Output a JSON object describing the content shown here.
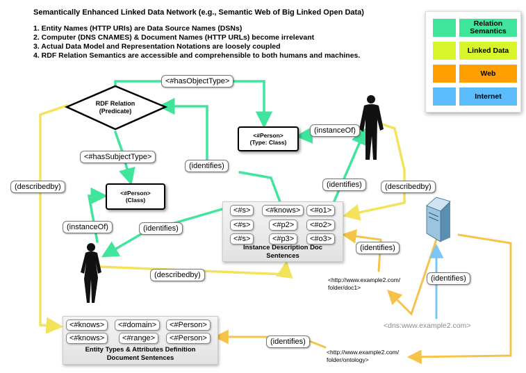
{
  "header": {
    "title": "Semantically Enhanced Linked Data Network (e.g., Semantic Web of Big Linked Open Data)",
    "points": [
      "1. Entity Names (HTTP URIs) are Data Source Names (DSNs)",
      "2. Computer (DNS CNAMES) & Document Names (HTTP URLs) become irrelevant",
      "3. Actual Data Model and Representation Notations are loosely coupled",
      "4. RDF Relation Semantics are accessible and comprehensible to both humans and machines."
    ]
  },
  "legend": [
    {
      "label": "Relation Semantics",
      "color": "#40e59c"
    },
    {
      "label": "Linked Data",
      "color": "#d8f52b"
    },
    {
      "label": "Web",
      "color": "#ff9f00"
    },
    {
      "label": "Internet",
      "color": "#5bbcfb"
    }
  ],
  "colors": {
    "relation": "#40e59c",
    "linked": "#f3e35a",
    "web": "#f6c34a",
    "internet": "#7cc6f5"
  },
  "diamond": {
    "line1": "RDF Relation",
    "line2": "(Predicate)"
  },
  "person_type": {
    "line1": "<#Person>",
    "line2": "(Type: Class)"
  },
  "person_class": {
    "line1": "<#Person>",
    "line2": "(Class)"
  },
  "labels": {
    "has_object_type": "<#hasObjectType>",
    "has_subject_type": "<#hasSubjectType>",
    "instance_of_top": "(instanceOf)",
    "instance_of_left": "(instanceOf)",
    "identifies_top": "(identifies)",
    "identifies_left": "(identifies)",
    "identifies_mid": "(identifies)",
    "identifies_doc1": "(identifies)",
    "identifies_server": "(identifies)",
    "identifies_bottom": "(identifies)",
    "describedby_left": "(describedby)",
    "describedby_right": "(describedby)",
    "describedby_bottom": "(describedby)"
  },
  "instance_doc": {
    "cells": [
      "<#s>",
      "<#knows>",
      "<#o1>",
      "<#s>",
      "<#p2>",
      "<#o2>",
      "<#s>",
      "<#p3>",
      "<#o3>"
    ],
    "title_line1": "Instance Description Doc",
    "title_line2": "Sentences"
  },
  "types_doc": {
    "cells": [
      "<#knows>",
      "<#domain>",
      "<#Person>",
      "<#knows>",
      "<#range>",
      "<#Person>"
    ],
    "title_line1": "Entity Types & Attributes Definition",
    "title_line2": "Document Sentences"
  },
  "urls": {
    "doc1_line1": "<http://www.example2.com/",
    "doc1_line2": "folder/doc1>",
    "ontology_line1": "<http://www.example2.com/",
    "ontology_line2": "folder/ontology>",
    "dns": "<dns:www.example2.com>"
  }
}
